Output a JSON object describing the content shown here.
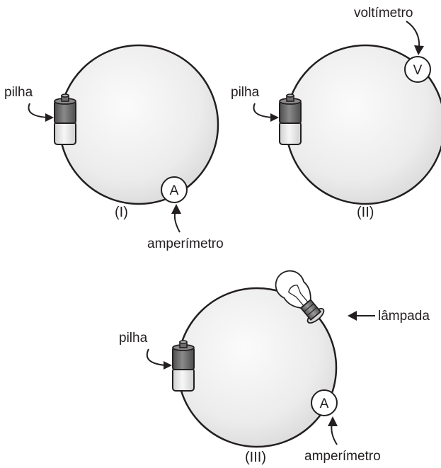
{
  "circuits": [
    {
      "caption": "(I)",
      "labels": {
        "battery": "pilha",
        "meter": "amperímetro"
      },
      "meter_symbol": "A"
    },
    {
      "caption": "(II)",
      "labels": {
        "battery": "pilha",
        "meter": "voltímetro"
      },
      "meter_symbol": "V"
    },
    {
      "caption": "(III)",
      "labels": {
        "battery": "pilha",
        "lamp": "lâmpada",
        "meter": "amperímetro"
      },
      "meter_symbol": "A"
    }
  ],
  "colors": {
    "outline": "#231f20",
    "circle_light": "#fbfbfb",
    "circle_shade": "#dedede",
    "battery_dark": "#666666",
    "battery_light": "#e6e6e6"
  }
}
